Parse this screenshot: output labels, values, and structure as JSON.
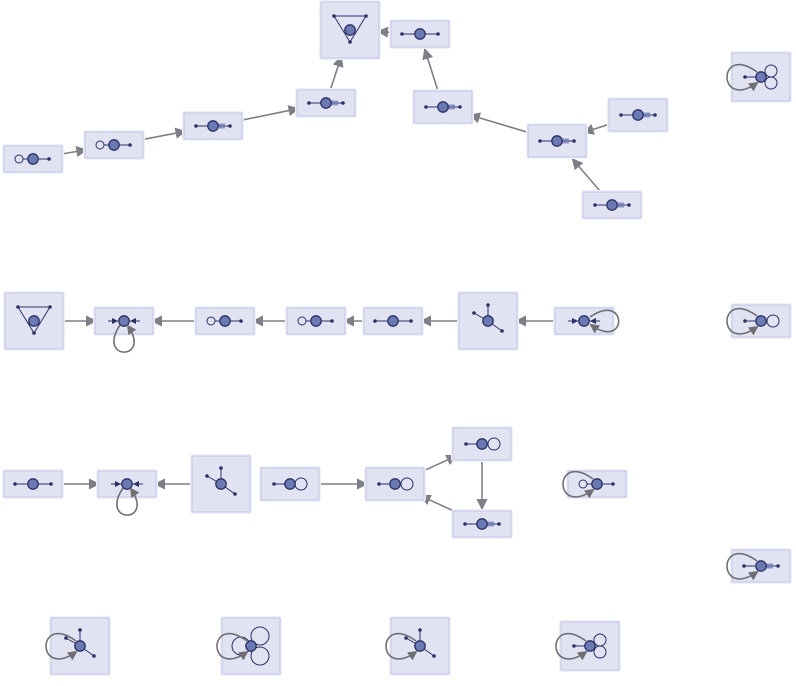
{
  "diagram": {
    "kind": "state-transition-graph",
    "colors": {
      "background": "#ffffff",
      "box_fill": "#e1e3f3",
      "box_stroke": "#c2c6e6",
      "box_glow": "#eef0fa",
      "edge": "#7e7e86",
      "glyph": "#2b3164",
      "node_fill": "#6c7ab4",
      "node_stroke": "#2b3164",
      "loop": "#707074"
    },
    "components": [
      {
        "nodes": [
          {
            "id": "a1",
            "glyph": "line-loop-left"
          },
          {
            "id": "a2",
            "glyph": "line-loop-left"
          },
          {
            "id": "a3",
            "glyph": "line-thick"
          },
          {
            "id": "a4",
            "glyph": "line-thick"
          },
          {
            "id": "a5",
            "glyph": "triangle"
          },
          {
            "id": "a6",
            "glyph": "line"
          },
          {
            "id": "a7",
            "glyph": "line-thick"
          },
          {
            "id": "a8",
            "glyph": "line-thick"
          },
          {
            "id": "a9",
            "glyph": "line-thick"
          },
          {
            "id": "a10",
            "glyph": "line-thick"
          }
        ],
        "edges": [
          [
            "a1",
            "a2"
          ],
          [
            "a2",
            "a3"
          ],
          [
            "a3",
            "a4"
          ],
          [
            "a4",
            "a5"
          ],
          [
            "a6",
            "a5"
          ],
          [
            "a7",
            "a6"
          ],
          [
            "a8",
            "a7"
          ],
          [
            "a9",
            "a8"
          ],
          [
            "a10",
            "a8"
          ]
        ]
      },
      {
        "nodes": [
          {
            "id": "b1",
            "glyph": "triangle"
          },
          {
            "id": "b2",
            "glyph": "line-arrows",
            "self_loop": "bottom"
          },
          {
            "id": "b3",
            "glyph": "line-loop-left"
          },
          {
            "id": "b4",
            "glyph": "line-loop-left"
          },
          {
            "id": "b5",
            "glyph": "line"
          },
          {
            "id": "b6",
            "glyph": "star3"
          },
          {
            "id": "b7",
            "glyph": "line-arrows",
            "self_loop": "right"
          }
        ],
        "edges": [
          [
            "b3",
            "b2"
          ],
          [
            "b4",
            "b3"
          ],
          [
            "b5",
            "b4"
          ],
          [
            "b6",
            "b5"
          ],
          [
            "b7",
            "b6"
          ],
          [
            "b1",
            "b2"
          ]
        ]
      },
      {
        "nodes": [
          {
            "id": "c1",
            "glyph": "line"
          },
          {
            "id": "c2",
            "glyph": "line-arrows",
            "self_loop": "bottom"
          },
          {
            "id": "c3",
            "glyph": "star3"
          },
          {
            "id": "c4",
            "glyph": "line-double-loop"
          },
          {
            "id": "c5",
            "glyph": "line-loop-right"
          },
          {
            "id": "c6",
            "glyph": "line-loop-right"
          },
          {
            "id": "c7",
            "glyph": "line-thick"
          }
        ],
        "edges": [
          [
            "c1",
            "c2"
          ],
          [
            "c3",
            "c2"
          ],
          [
            "c4",
            "c5"
          ],
          [
            "c5",
            "c6"
          ],
          [
            "c6",
            "c7"
          ],
          [
            "c7",
            "c5"
          ]
        ]
      },
      {
        "nodes": [
          {
            "id": "d1",
            "glyph": "line-loop-left",
            "self_loop": "left"
          }
        ],
        "edges": []
      },
      {
        "nodes": [
          {
            "id": "e1",
            "glyph": "double-circle",
            "self_loop": "left"
          },
          {
            "id": "e2",
            "glyph": "line-loop-right",
            "self_loop": "left"
          },
          {
            "id": "e3",
            "glyph": "line-thick",
            "self_loop": "left"
          },
          {
            "id": "e4",
            "glyph": "line-loop-right",
            "self_loop": "left"
          }
        ],
        "edges": []
      },
      {
        "nodes": [
          {
            "id": "f1",
            "glyph": "star3",
            "self_loop": "left"
          },
          {
            "id": "f2",
            "glyph": "triple-circle",
            "self_loop": "left"
          },
          {
            "id": "f3",
            "glyph": "star3",
            "self_loop": "left"
          },
          {
            "id": "f4",
            "glyph": "double-circle",
            "self_loop": "left"
          }
        ],
        "edges": []
      }
    ]
  }
}
